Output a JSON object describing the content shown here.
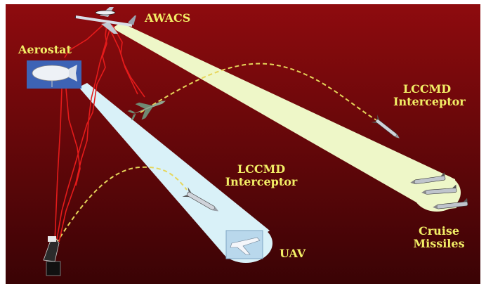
{
  "labels": {
    "awacs": "AWACS",
    "aerostat": "Aerostat",
    "lccmd_top_line1": "LCCMD",
    "lccmd_top_line2": "Interceptor",
    "lccmd_mid_line1": "LCCMD",
    "lccmd_mid_line2": "Interceptor",
    "cruise_line1": "Cruise",
    "cruise_line2": "Missiles",
    "uav": "UAV"
  },
  "colors": {
    "background_top": "#8e0b0e",
    "background_bottom": "#3a0305",
    "label": "#f2ee66",
    "radar_link": "#e51b1b",
    "flight_path": "#e6d65a",
    "awacs_beam": "#eef7c8",
    "aerostat_beam": "#d9f1f8"
  },
  "icons": {
    "awacs": "awacs-aircraft-icon",
    "aerostat": "aerostat-blimp-icon",
    "fighter": "fighter-jet-icon",
    "interceptor_top": "interceptor-missile-icon",
    "interceptor_mid": "interceptor-missile-icon",
    "cruise_missiles": "cruise-missile-icon",
    "uav": "uav-icon",
    "launcher": "ground-launcher-icon"
  }
}
